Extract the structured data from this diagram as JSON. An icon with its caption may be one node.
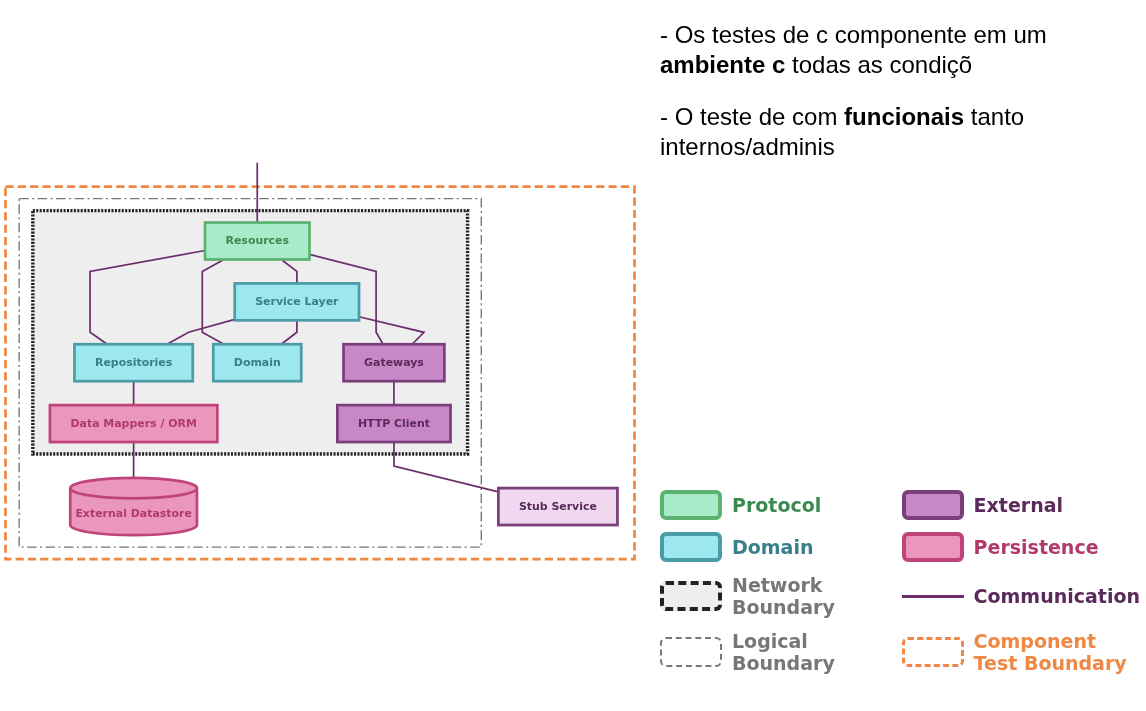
{
  "diagram": {
    "nodes": [
      {
        "text": [],
        "shape": "box"
      },
      {
        "text": [],
        "shape": "box",
        "in": 0
      },
      {
        "text": [],
        "shape": "box",
        "in": 1
      },
      {
        "text": [
          "Resources"
        ],
        "in": 2
      },
      {
        "text": [
          "Service Layer"
        ],
        "in": 2
      },
      {
        "text": [
          "Gateways"
        ],
        "in": 2
      },
      {
        "text": [
          "HTTP Client"
        ],
        "in": 2
      },
      {
        "text": [
          "Domain"
        ],
        "in": 2
      },
      {
        "text": [
          "Repositories"
        ],
        "in": 2
      },
      {
        "text": [
          "Data Mappers / ORM"
        ],
        "in": 2
      },
      {
        "text": [
          "External Datastore"
        ],
        "in": 1
      },
      {
        "text": [
          "Stub Service"
        ],
        "in": 0
      }
    ],
    "edges": [
      {
        "from": null,
        "to": 3,
        "arrow": "none"
      },
      {
        "from": 3,
        "to": 4,
        "arrow": "none"
      },
      {
        "from": 3,
        "to": 5,
        "arrow": "none"
      },
      {
        "from": 3,
        "to": 7,
        "arrow": "none"
      },
      {
        "from": 3,
        "to": 8,
        "arrow": "none"
      },
      {
        "from": 4,
        "to": 5,
        "arrow": "none"
      },
      {
        "from": 4,
        "to": 7,
        "arrow": "none"
      },
      {
        "from": 4,
        "to": 8,
        "arrow": "none"
      },
      {
        "from": 5,
        "to": 6,
        "arrow": "none"
      },
      {
        "from": 6,
        "to": 11,
        "arrow": "none"
      },
      {
        "from": 8,
        "to": 9,
        "arrow": "none"
      },
      {
        "from": 9,
        "to": 10,
        "arrow": "none"
      }
    ],
    "labels": [
      "- Os testes de c componente em um **ambiente c** todas as condiçõ",
      "- O teste de com **funcionais** tanto internos/adminis"
    ],
    "legend": [
      {
        "text": "Protocol",
        "color": "#a8ebc8"
      },
      {
        "text": "External",
        "color": "#c888c8"
      },
      {
        "text": "Domain",
        "color": "#9de8ee"
      },
      {
        "text": "Persistence",
        "color": "#eb96bb"
      },
      {
        "text": "Network Boundary"
      },
      {
        "text": "Communication"
      },
      {
        "text": "Logical Boundary"
      },
      {
        "text": "Component Test Boundary"
      }
    ]
  }
}
